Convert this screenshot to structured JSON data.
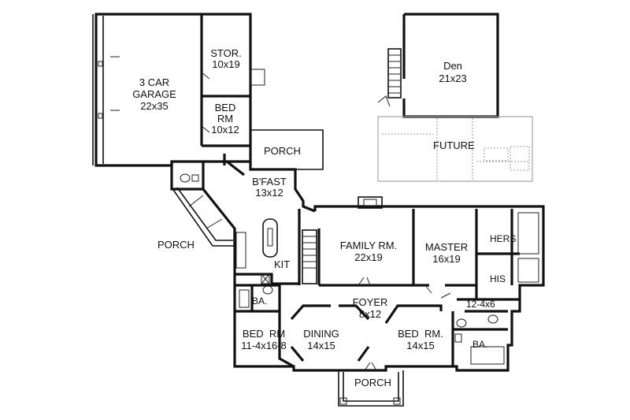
{
  "rooms": {
    "garage": {
      "name": "3 CAR\nGARAGE",
      "size": "22x35"
    },
    "storage": {
      "name": "STOR.",
      "size": "10x19"
    },
    "bed_upper": {
      "name": "BED\nRM",
      "size": "10x12"
    },
    "porch_top": {
      "name": "PORCH"
    },
    "breakfast": {
      "name": "B'FAST",
      "size": "13x12"
    },
    "porch_left": {
      "name": "PORCH"
    },
    "kitchen": {
      "name": "KIT"
    },
    "family": {
      "name": "FAMILY RM.",
      "size": "22x19"
    },
    "master": {
      "name": "MASTER",
      "size": "16x19"
    },
    "hers": {
      "name": "HERS"
    },
    "his": {
      "name": "HIS"
    },
    "bath_left": {
      "name": "BA."
    },
    "foyer": {
      "name": "FOYER",
      "size": "8x12"
    },
    "bed_left": {
      "name": "BED  RM",
      "size": "11-4x16-8"
    },
    "dining": {
      "name": "DINING",
      "size": "14x15"
    },
    "bed_right": {
      "name": "BED  RM.",
      "size": "14x15"
    },
    "closet_right": {
      "name": "12-4x6"
    },
    "bath_right": {
      "name": "BA."
    },
    "porch_front": {
      "name": "PORCH"
    },
    "den": {
      "name": "Den",
      "size": "21x23"
    },
    "future": {
      "name": "FUTURE"
    }
  }
}
